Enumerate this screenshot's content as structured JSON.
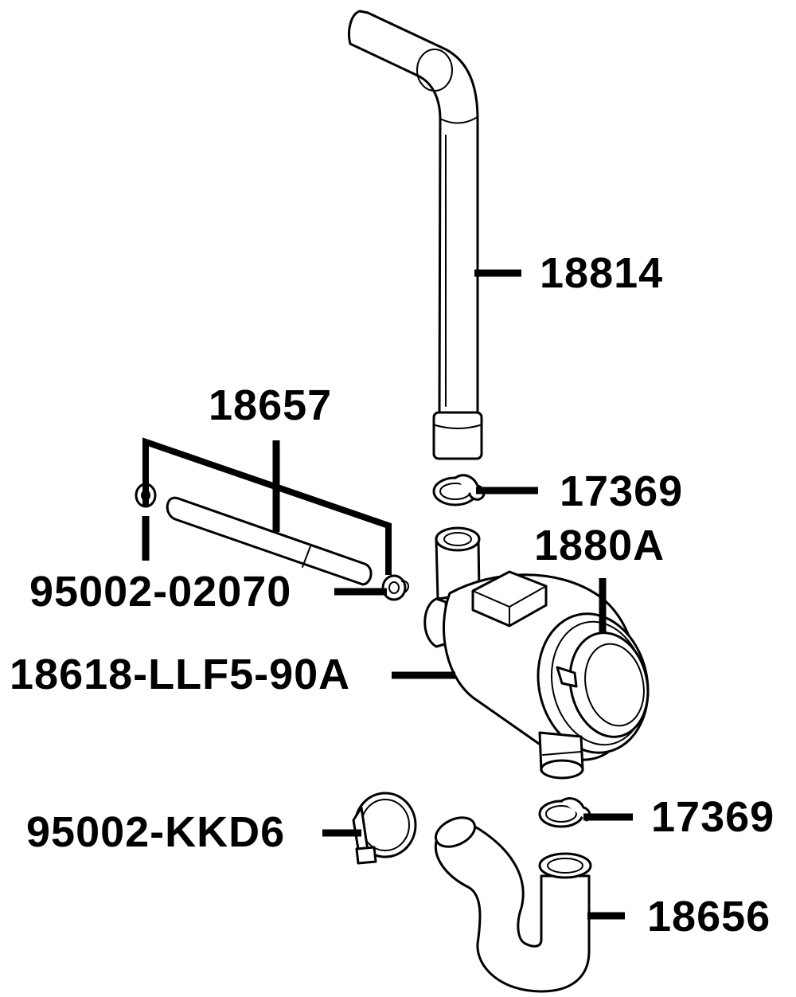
{
  "parts": [
    {
      "id": "breather-pipe",
      "label": "18814"
    },
    {
      "id": "tube",
      "label": "18657"
    },
    {
      "id": "clip-upper",
      "label": "17369"
    },
    {
      "id": "separator",
      "label": "1880A"
    },
    {
      "id": "clip-small",
      "label": "95002-02070"
    },
    {
      "id": "housing",
      "label": "18618-LLF5-90A"
    },
    {
      "id": "clip-lower",
      "label": "17369"
    },
    {
      "id": "hose-clamp",
      "label": "95002-KKD6"
    },
    {
      "id": "elbow-hose",
      "label": "18656"
    }
  ]
}
